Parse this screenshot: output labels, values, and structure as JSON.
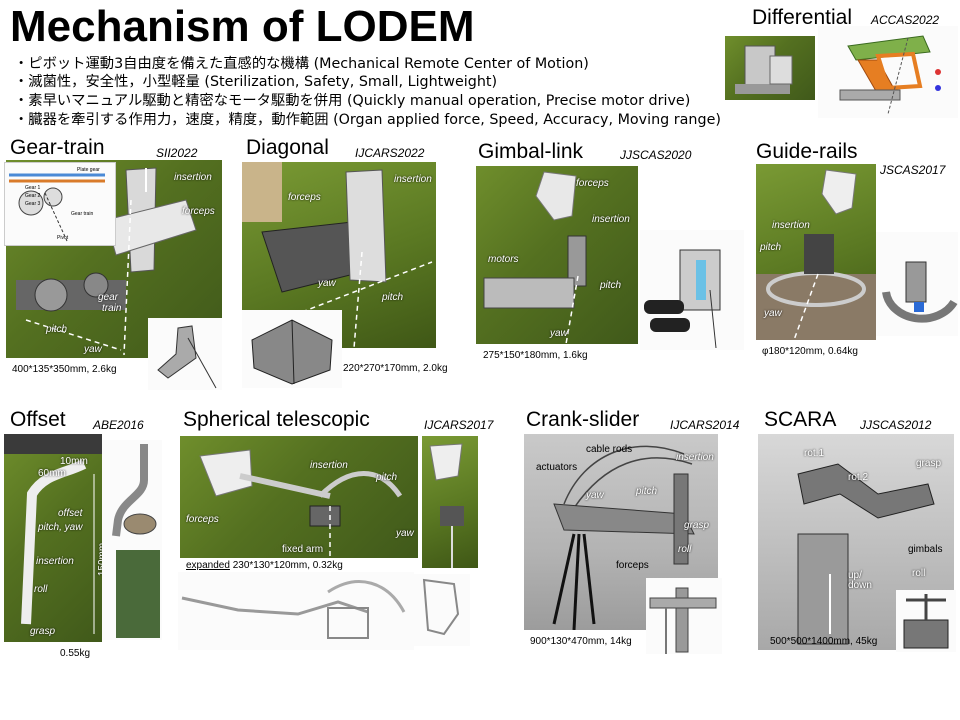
{
  "title": "Mechanism of LODEM",
  "bullets": [
    "・ピボット運動3自由度を備えた直感的な機構 (Mechanical Remote Center of Motion)",
    "・滅菌性，安全性，小型軽量 (Sterilization, Safety, Small, Lightweight)",
    "・素早いマニュアル駆動と精密なモータ駆動を併用 (Quickly manual operation, Precise motor drive)",
    "・臓器を牽引する作用力，速度，精度，動作範囲 (Organ applied force, Speed, Accuracy, Moving range)"
  ],
  "mechanisms": {
    "differential": {
      "name": "Differential",
      "ref": "ACCAS2022"
    },
    "gear_train": {
      "name": "Gear-train",
      "ref": "SII2022",
      "spec": "400*135*350mm,  2.6kg",
      "labels": {
        "insertion": "insertion",
        "forceps": "forceps",
        "gear": "gear",
        "train": "train",
        "pitch": "pitch",
        "yaw": "yaw"
      },
      "inset": {
        "plate_gear": "Plate gear",
        "gear1": "Gear 1",
        "gear2": "Gear 2",
        "gear3": "Gear 3",
        "gear_train": "Gear train",
        "pivot": "Pivot"
      }
    },
    "diagonal": {
      "name": "Diagonal",
      "ref": "IJCARS2022",
      "spec": "220*270*170mm,  2.0kg",
      "labels": {
        "insertion": "insertion",
        "forceps": "forceps",
        "yaw": "yaw",
        "pitch": "pitch"
      }
    },
    "gimbal_link": {
      "name": "Gimbal-link",
      "ref": "JJSCAS2020",
      "spec": "275*150*180mm,  1.6kg",
      "labels": {
        "forceps": "forceps",
        "insertion": "insertion",
        "motors": "motors",
        "pitch": "pitch",
        "yaw": "yaw"
      }
    },
    "guide_rails": {
      "name": "Guide-rails",
      "ref": "JSCAS2017",
      "spec": "φ180*120mm,  0.64kg",
      "labels": {
        "insertion": "insertion",
        "pitch": "pitch",
        "yaw": "yaw"
      }
    },
    "offset": {
      "name": "Offset",
      "ref": "ABE2016",
      "spec": "0.55kg",
      "labels": {
        "d10": "10mm",
        "d60": "60mm",
        "offset": "offset",
        "pitch_yaw": "pitch, yaw",
        "insertion": "insertion",
        "roll": "roll",
        "grasp": "grasp",
        "d150": "150mm"
      }
    },
    "spherical_telescopic": {
      "name": "Spherical telescopic",
      "ref": "IJCARS2017",
      "spec_prefix": "expanded",
      "spec": " 230*130*120mm,  0.32kg",
      "labels": {
        "insertion": "insertion",
        "pitch": "pitch",
        "forceps": "forceps",
        "fixed_arm": "fixed arm",
        "yaw": "yaw"
      }
    },
    "crank_slider": {
      "name": "Crank-slider",
      "ref": "IJCARS2014",
      "spec": "900*130*470mm,  14kg",
      "labels": {
        "cable_rods": "cable rods",
        "actuators": "actuators",
        "insertion": "insertion",
        "yaw": "yaw",
        "pitch": "pitch",
        "grasp": "grasp",
        "roll": "roll",
        "forceps": "forceps"
      }
    },
    "scara": {
      "name": "SCARA",
      "ref": "JJSCAS2012",
      "spec": "500*500*1400mm,  45kg",
      "labels": {
        "rot1": "rot.1",
        "rot2": "rot.2",
        "grasp": "grasp",
        "gimbals": "gimbals",
        "up": "up/",
        "down": "down",
        "roll": "roll"
      }
    }
  }
}
